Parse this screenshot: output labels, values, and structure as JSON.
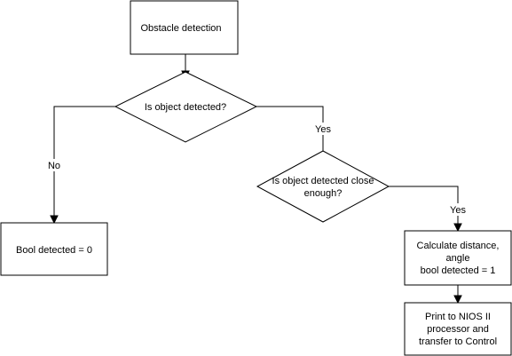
{
  "diagram": {
    "nodes": {
      "obstacle_detection": {
        "label": "Obstacle detection"
      },
      "is_object_detected": {
        "label": "Is object detected?"
      },
      "is_close_enough": {
        "lines": [
          "Is object detected close",
          "enough?"
        ]
      },
      "bool_detected_0": {
        "label": "Bool detected = 0"
      },
      "calculate": {
        "lines": [
          "Calculate distance,",
          "angle",
          "bool detected = 1"
        ]
      },
      "print_nios": {
        "lines": [
          "Print to NIOS II",
          "processor and",
          "transfer to Control"
        ]
      }
    },
    "edges": {
      "no_label": "No",
      "yes_label_1": "Yes",
      "yes_label_2": "Yes"
    }
  }
}
